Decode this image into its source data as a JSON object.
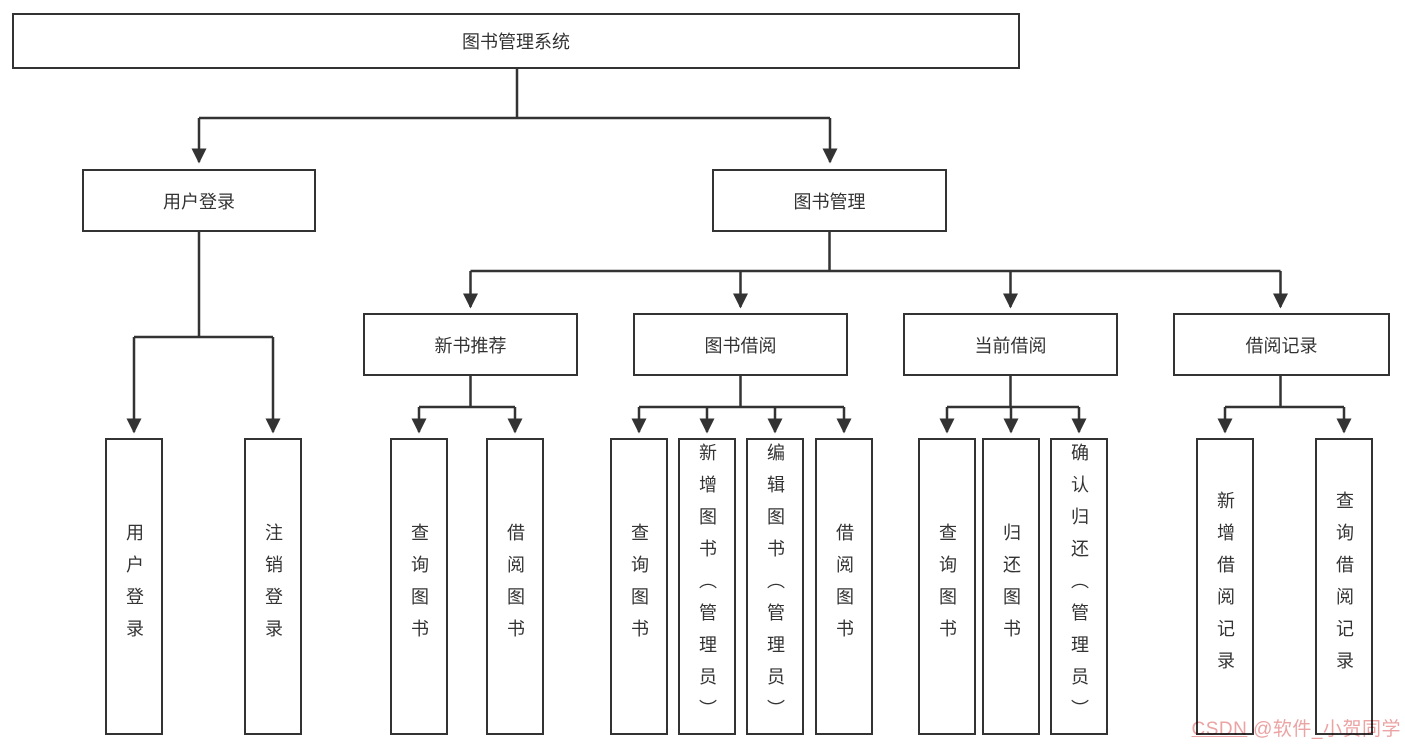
{
  "diagram": {
    "root": "图书管理系统",
    "branches": [
      {
        "label": "用户登录",
        "children": [
          "用户登录",
          "注销登录"
        ]
      },
      {
        "label": "图书管理",
        "sections": [
          {
            "label": "新书推荐",
            "children": [
              "查询图书",
              "借阅图书"
            ]
          },
          {
            "label": "图书借阅",
            "children": [
              "查询图书",
              "新增图书（管理员）",
              "编辑图书（管理员）",
              "借阅图书"
            ]
          },
          {
            "label": "当前借阅",
            "children": [
              "查询图书",
              "归还图书",
              "确认归还（管理员）"
            ]
          },
          {
            "label": "借阅记录",
            "children": [
              "新增借阅记录",
              "查询借阅记录"
            ]
          }
        ]
      }
    ]
  },
  "watermark": {
    "brand": "CSDN",
    "handle": "@软件_小贺同学"
  },
  "colors": {
    "line": "#333333",
    "box_border": "#333333",
    "text": "#333333",
    "background": "#ffffff",
    "watermark": "#eba3a3"
  }
}
